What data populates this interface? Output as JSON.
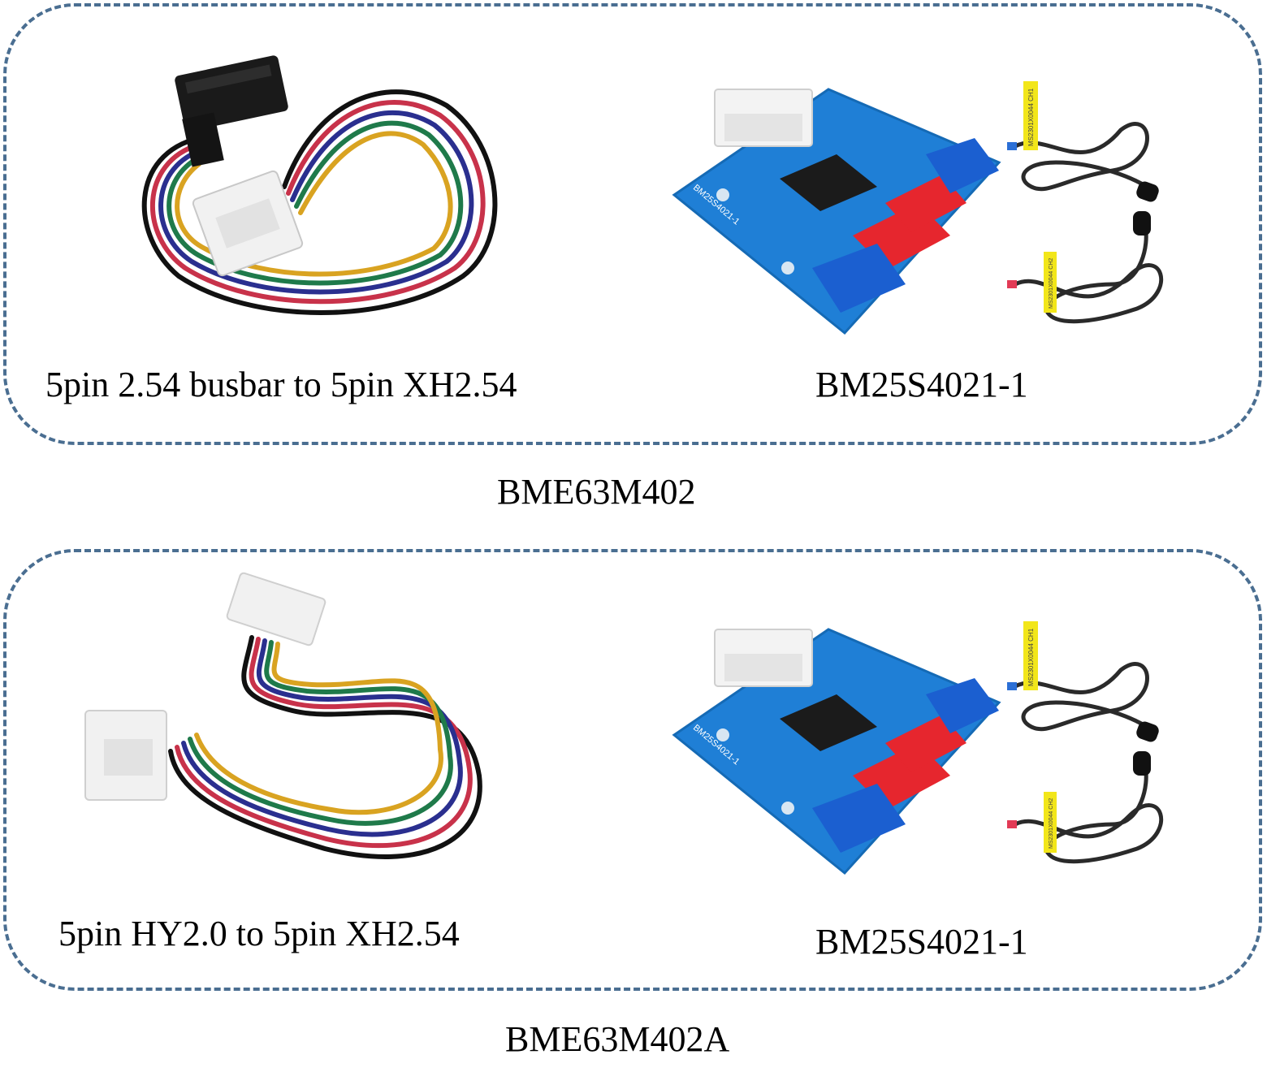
{
  "groups": [
    {
      "title": "BME63M402",
      "cable_label": "5pin 2.54 busbar to 5pin XH2.54",
      "board_label": "BM25S4021-1",
      "board_silkscreen": "BM25S4021-1",
      "probe_labels": [
        "MS2301X0044 CH1",
        "MS2301X0044 CH2"
      ]
    },
    {
      "title": "BME63M402A",
      "cable_label": "5pin HY2.0 to 5pin XH2.54",
      "board_label": "BM25S4021-1",
      "board_silkscreen": "BM25S4021-1",
      "probe_labels": [
        "MS2301X0044 CH1",
        "MS2301X0044 CH2"
      ]
    }
  ],
  "colors": {
    "border": "#4a6e91",
    "pcb": "#1f7fd6",
    "wire_black": "#111111",
    "wire_red": "#c8324a",
    "wire_blue": "#2a2f8f",
    "wire_green": "#1f7a4a",
    "wire_yellow": "#d9a321",
    "tag_yellow": "#f2e61a"
  }
}
